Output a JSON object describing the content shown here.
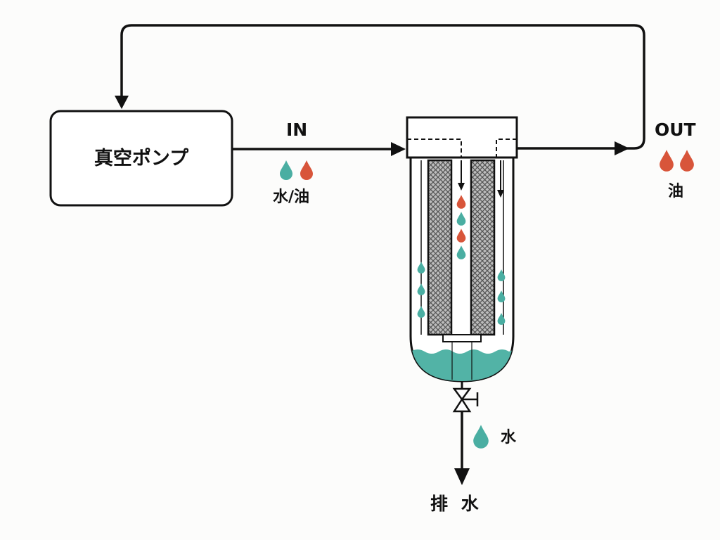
{
  "pump": {
    "label": "真空ポンプ"
  },
  "inlet": {
    "label": "IN",
    "contents": "水/油"
  },
  "outlet": {
    "label": "OUT",
    "contents": "油"
  },
  "drain": {
    "label": "排 水",
    "contents": "水"
  },
  "colors": {
    "water": "#4aaea2",
    "oil": "#d8553a",
    "line": "#111111",
    "water_fill": "#52b3a6",
    "element_pattern": "#555555"
  },
  "icons": [
    "water-drop-icon",
    "oil-drop-icon",
    "flow-arrow-icon",
    "drain-valve-icon",
    "filter-element-icon"
  ]
}
